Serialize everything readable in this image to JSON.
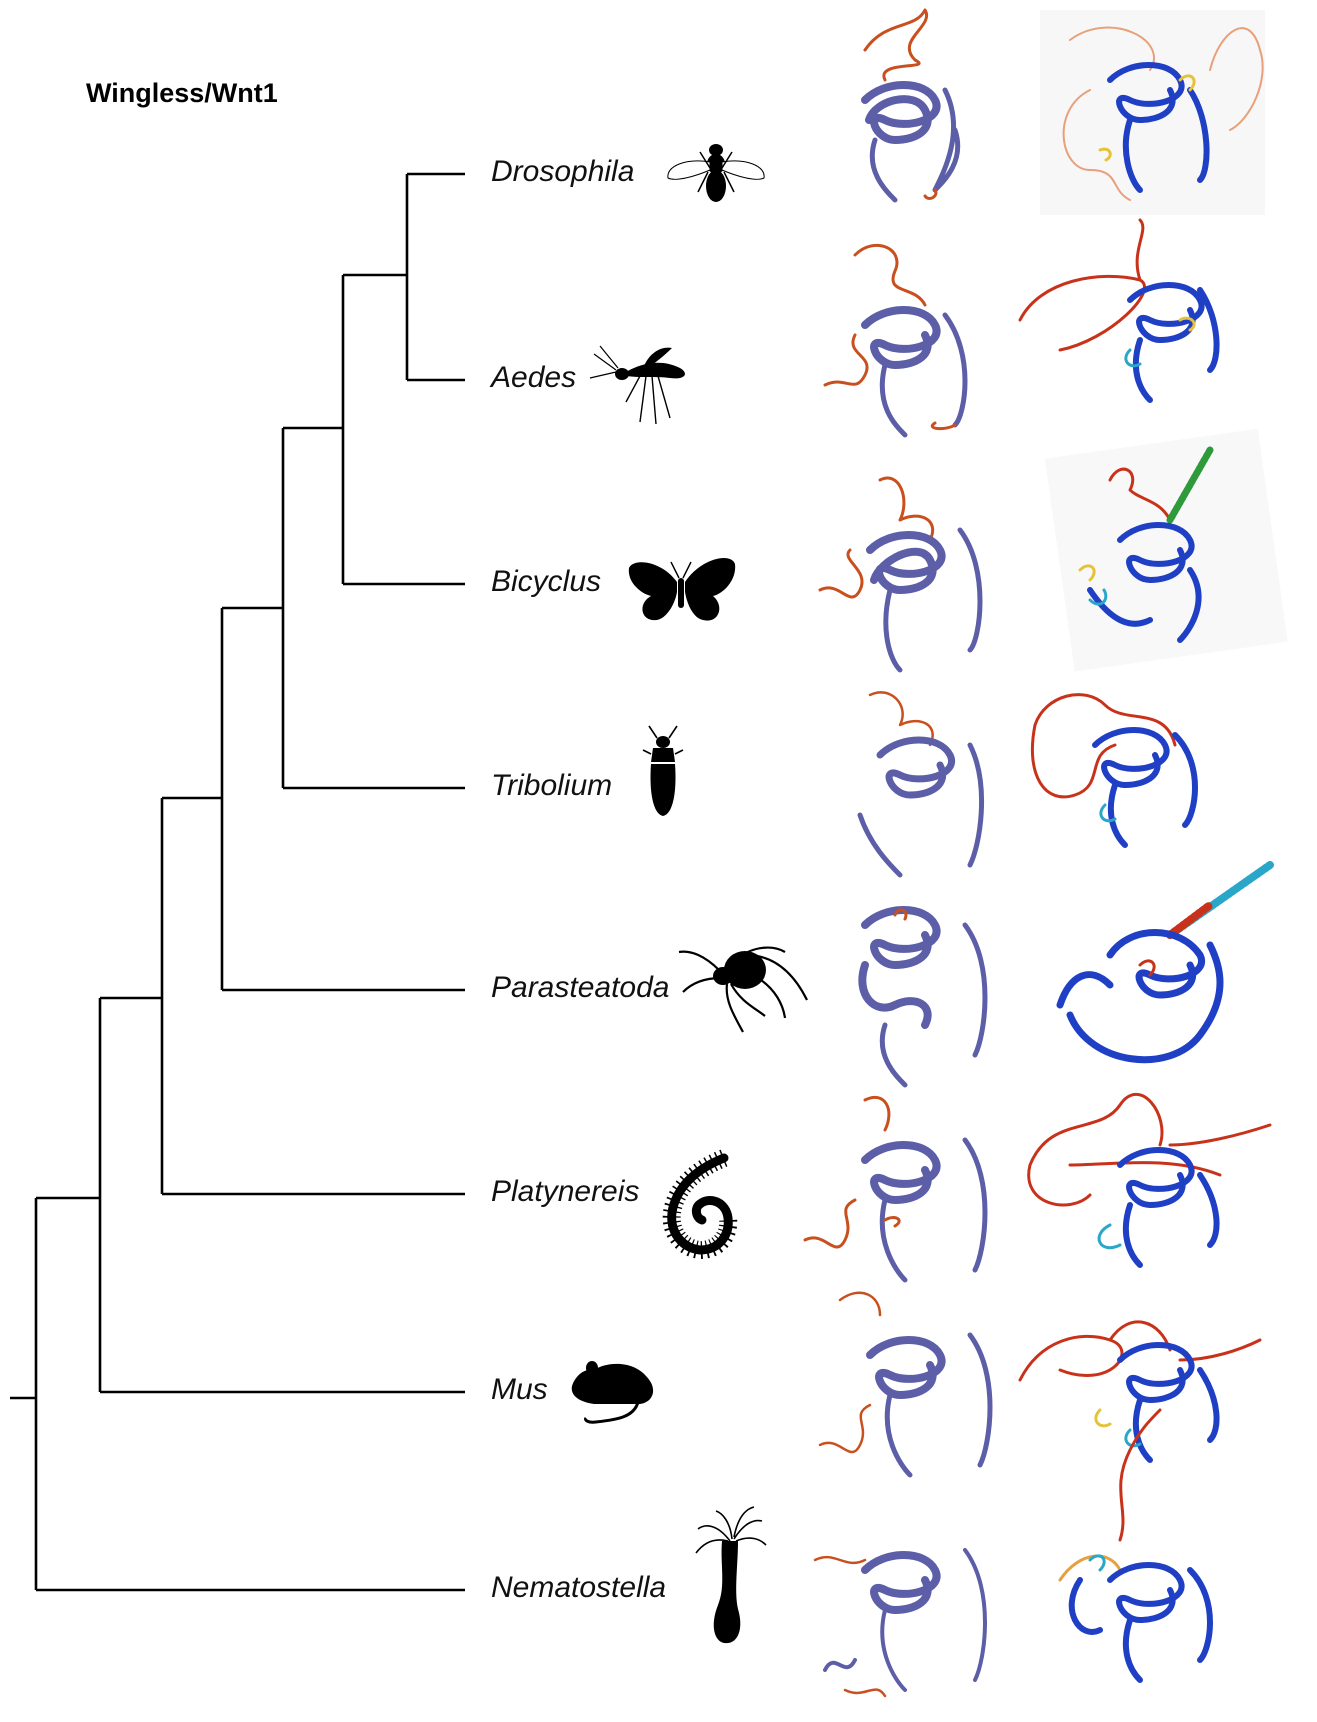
{
  "title": "Wingless/Wnt1",
  "species": [
    {
      "name": "Drosophila",
      "silhouette": "fly-icon"
    },
    {
      "name": "Aedes",
      "silhouette": "mosquito-icon"
    },
    {
      "name": "Bicyclus",
      "silhouette": "butterfly-icon"
    },
    {
      "name": "Tribolium",
      "silhouette": "beetle-icon"
    },
    {
      "name": "Parasteatoda",
      "silhouette": "spider-icon"
    },
    {
      "name": "Platynereis",
      "silhouette": "worm-icon"
    },
    {
      "name": "Mus",
      "silhouette": "mouse-icon"
    },
    {
      "name": "Nematostella",
      "silhouette": "sea-anemone-icon"
    }
  ],
  "structure_columns": [
    {
      "name": "structure-model-column-a",
      "colors": {
        "core": "#5c5ea8",
        "loop": "#c9501e"
      }
    },
    {
      "name": "structure-model-column-b",
      "colors": {
        "core": "#1f3fc4",
        "mid": "#2aa7c8",
        "low": "#e6c23a",
        "loop": "#c8321a"
      }
    }
  ],
  "colors": {
    "tree": "#000000"
  }
}
